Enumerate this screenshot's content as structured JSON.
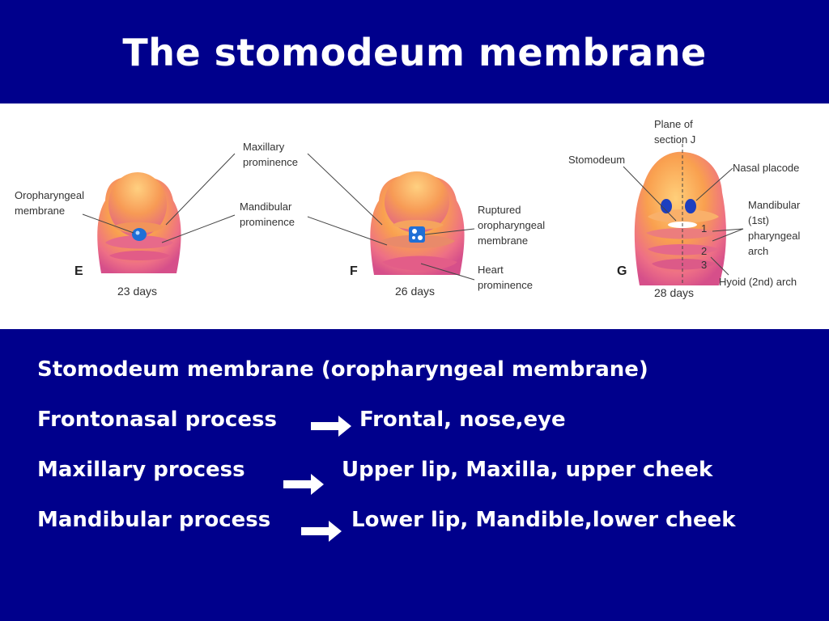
{
  "slide": {
    "title": "The stomodeum membrane"
  },
  "figure": {
    "panels": [
      {
        "letter": "E",
        "days": "23 days"
      },
      {
        "letter": "F",
        "days": "26 days"
      },
      {
        "letter": "G",
        "days": "28 days"
      }
    ],
    "labels": {
      "oropharyngeal_membrane": "Oropharyngeal\nmembrane",
      "maxillary_prominence": "Maxillary\nprominence",
      "mandibular_prominence": "Mandibular\nprominence",
      "ruptured_membrane": "Ruptured\noropharyngeal\nmembrane",
      "heart_prominence": "Heart\nprominence",
      "plane_of_section": "Plane of\nsection J",
      "stomodeum": "Stomodeum",
      "nasal_placode": "Nasal placode",
      "mandibular_arch": "Mandibular\n(1st)\npharyngeal\narch",
      "hyoid_arch": "Hyoid (2nd) arch",
      "arch_1": "1",
      "arch_2": "2",
      "arch_3": "3"
    },
    "colors": {
      "embryo": "#f07a7a",
      "membrane": "#1f6fd6",
      "placode": "#1d3fbf"
    }
  },
  "body": {
    "line1": "Stomodeum membrane (oropharyngeal membrane)",
    "line2_left": "Frontonasal process",
    "line2_right": "Frontal, nose,eye",
    "line3_left": "Maxillary process",
    "line3_right": "Upper lip, Maxilla, upper cheek",
    "line4_left": "Mandibular process",
    "line4_right": "Lower lip, Mandible,lower cheek"
  }
}
